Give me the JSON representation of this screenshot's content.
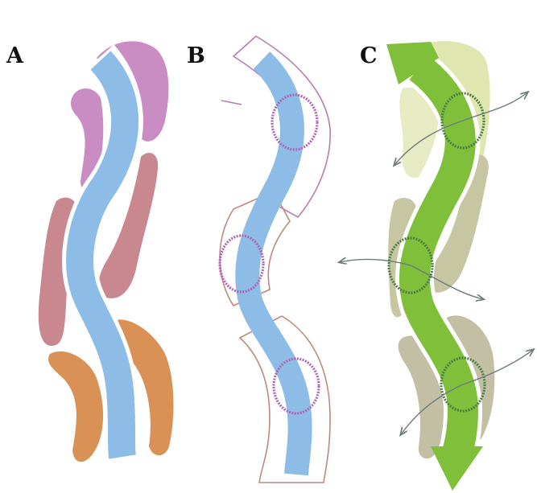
{
  "panels": {
    "a": {
      "label": "A"
    },
    "b": {
      "label": "B"
    },
    "c": {
      "label": "C"
    }
  },
  "colors": {
    "river_blue": "#8dbde6",
    "zone_purple": "#c98cc3",
    "zone_rose": "#c98890",
    "zone_orange": "#d99156",
    "outline_mauve": "#b87cae",
    "circle_purple": "#b162b8",
    "arrow_green": "#7fbf3a",
    "pale_green": "#dfe6b0",
    "khaki": "#c7c6a2",
    "circle_green": "#4b7d45",
    "flow_arrow_gray": "#6d7b7a"
  }
}
